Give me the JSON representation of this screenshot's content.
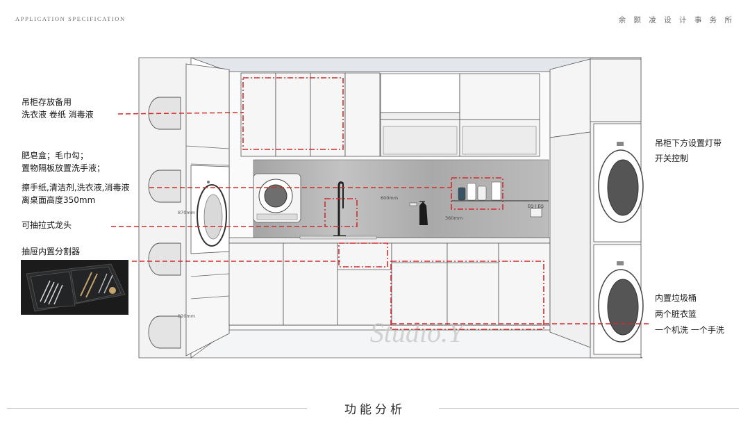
{
  "header": {
    "left": "APPLICATION SPECIFICATION",
    "right": "余 颢 凌 设 计 事 务 所"
  },
  "annotations_left": [
    {
      "lines": [
        "吊柜存放备用",
        "洗衣液 卷纸 消毒液"
      ]
    },
    {
      "lines": [
        "肥皂盒；毛巾勾；",
        "置物隔板放置洗手液；"
      ]
    },
    {
      "lines": [
        "擦手纸,清洁剂,洗衣液,消毒液",
        "离桌面高度350mm"
      ]
    },
    {
      "lines": [
        "可抽拉式龙头"
      ]
    },
    {
      "lines": [
        "抽屉内置分割器"
      ]
    }
  ],
  "annotations_right": [
    {
      "lines": [
        "吊柜下方设置灯带",
        "开关控制"
      ]
    },
    {
      "lines": [
        "内置垃圾桶",
        "两个脏衣篮",
        "一个机洗 一个手洗"
      ]
    }
  ],
  "dimensions": {
    "d870": "870mm",
    "d820": "820mm",
    "d600": "600mm",
    "d360": "360mm"
  },
  "socket_label": "EQ | EQ",
  "watermark": "Studio.Y",
  "footer": {
    "title": "功能分析"
  },
  "colors": {
    "annotation": "#d12b2b",
    "line": "#3a3a3a",
    "cabinet": "#eeeeee",
    "backsplash": "#9c9c9c"
  }
}
